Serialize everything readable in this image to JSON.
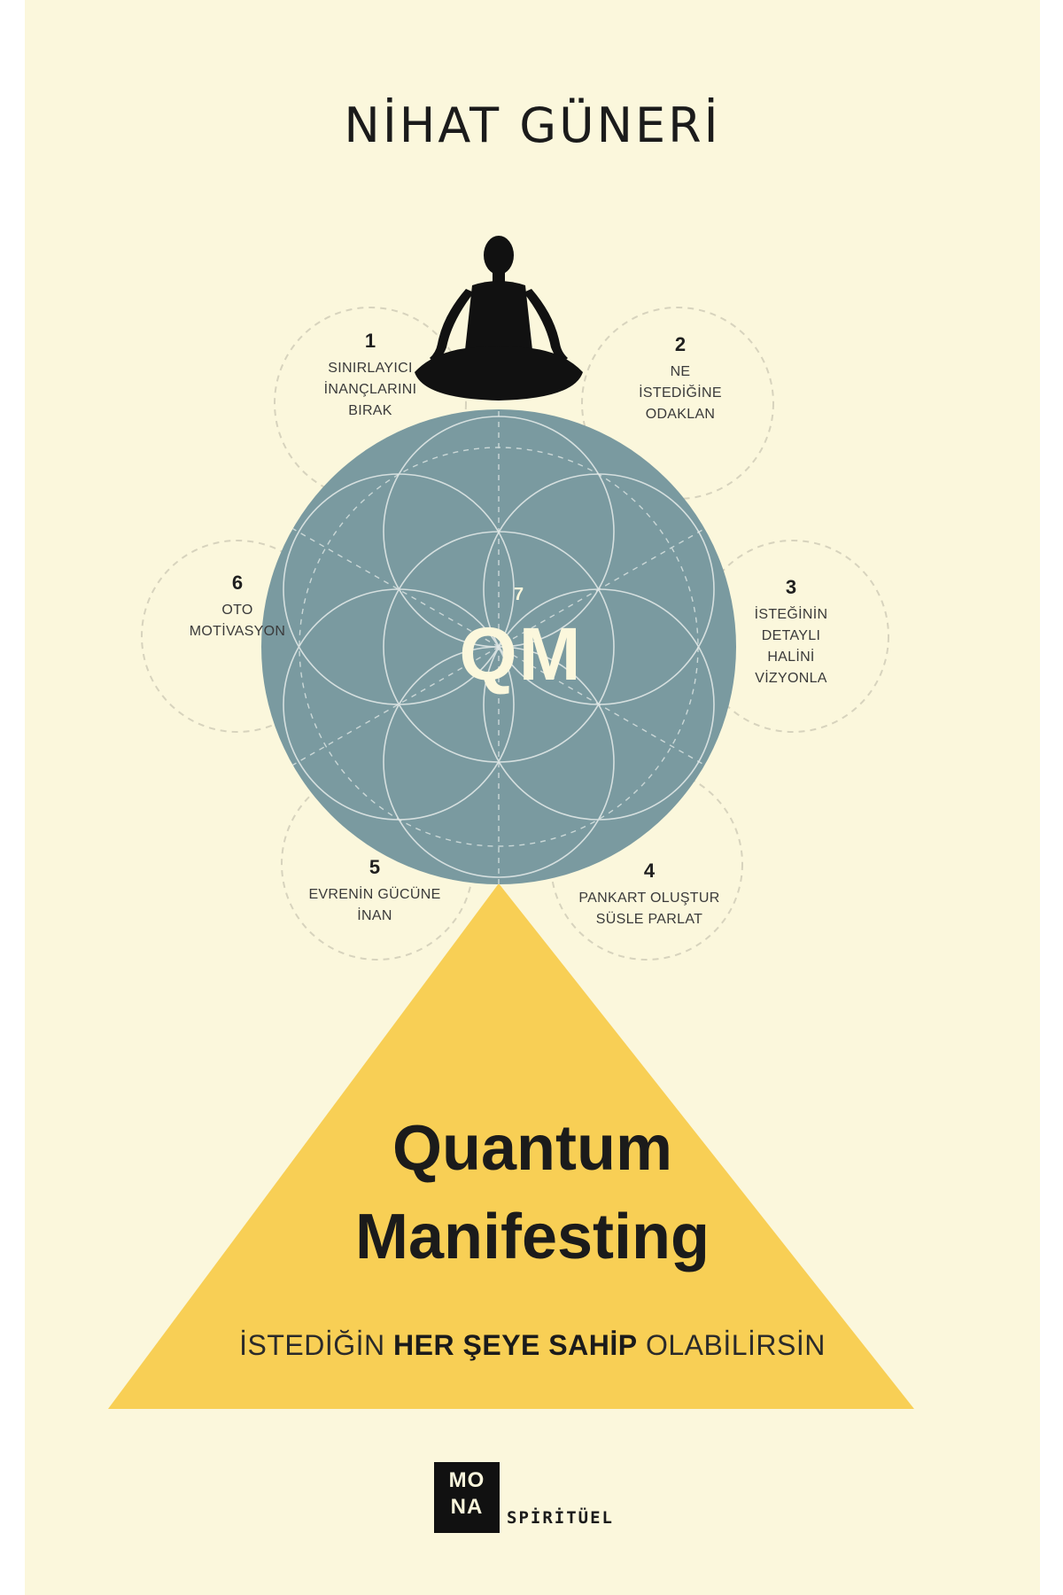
{
  "cover": {
    "author": "NİHAT GÜNERİ",
    "title_line1": "Quantum",
    "title_line2": "Manifesting",
    "subtitle": {
      "part1": "İSTEDİĞİN ",
      "bold1": "HER ŞEYE SAHİP",
      "part2": " OLABİLİRSİN"
    },
    "center": {
      "number": "7",
      "label": "QM"
    },
    "steps": [
      {
        "number": "1",
        "text": "SINIRLAYICI\nİNANÇLARINI\nBIRAK"
      },
      {
        "number": "2",
        "text": "NE\nİSTEDİĞİNE\nODAKLAN"
      },
      {
        "number": "3",
        "text": "İSTEĞİNİN\nDETAYLI\nHALİNİ\nVİZYONLA"
      },
      {
        "number": "4",
        "text": "PANKART OLUŞTUR\nSÜSLE PARLAT"
      },
      {
        "number": "5",
        "text": "EVRENİN GÜCÜNE\nİNAN"
      },
      {
        "number": "6",
        "text": "OTO\nMOTİVASYON"
      }
    ],
    "publisher": {
      "logo_top": "MO",
      "logo_bottom": "NA",
      "imprint": "SPİRİTÜEL"
    },
    "colors": {
      "background": "#fbf7dc",
      "sphere": "#7a9aa0",
      "triangle": "#f8cf55",
      "figure": "#111111"
    }
  }
}
